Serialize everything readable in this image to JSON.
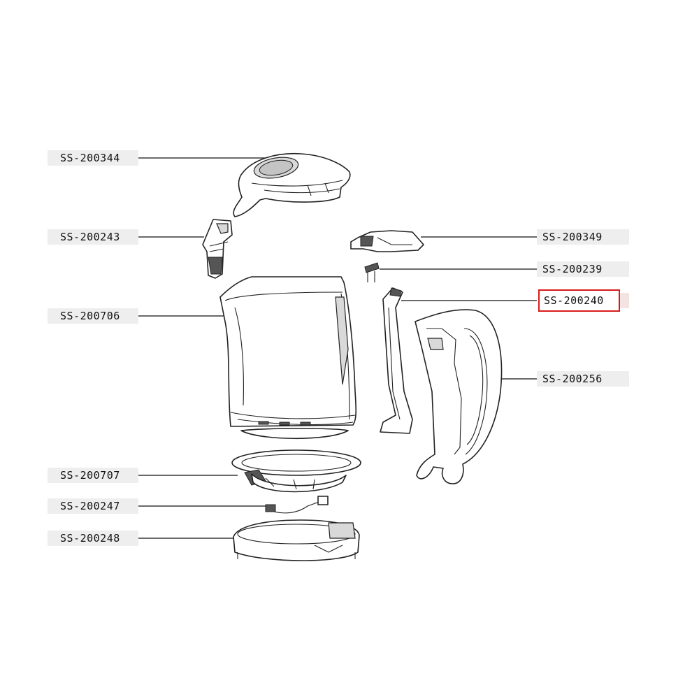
{
  "diagram": {
    "labels": [
      {
        "id": "lid",
        "code": "SS-200344"
      },
      {
        "id": "filter",
        "code": "SS-200243"
      },
      {
        "id": "body",
        "code": "SS-200706"
      },
      {
        "id": "base-seal",
        "code": "SS-200707"
      },
      {
        "id": "cable",
        "code": "SS-200247"
      },
      {
        "id": "base-bottom",
        "code": "SS-200248"
      },
      {
        "id": "switch-cover",
        "code": "SS-200349"
      },
      {
        "id": "spring",
        "code": "SS-200239"
      },
      {
        "id": "switch-rod",
        "code": "SS-200240",
        "highlighted": true
      },
      {
        "id": "handle",
        "code": "SS-200256"
      }
    ],
    "highlight_color": "#d81b1b"
  }
}
